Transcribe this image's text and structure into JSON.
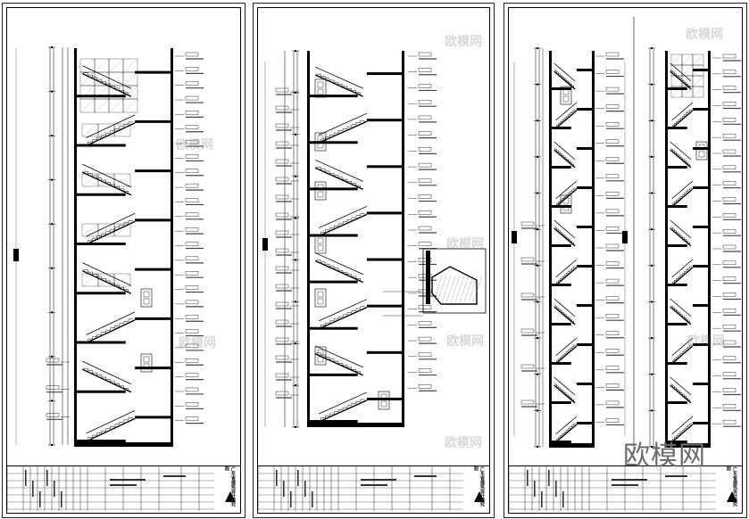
{
  "watermark": {
    "site_short": "欧模网",
    "brand": "欧模网"
  },
  "title_block": {
    "company": "广东省建筑设计研究院"
  },
  "colors": {
    "line": "#000000",
    "accent": "#1a1a1a",
    "hatch": "#666666"
  }
}
